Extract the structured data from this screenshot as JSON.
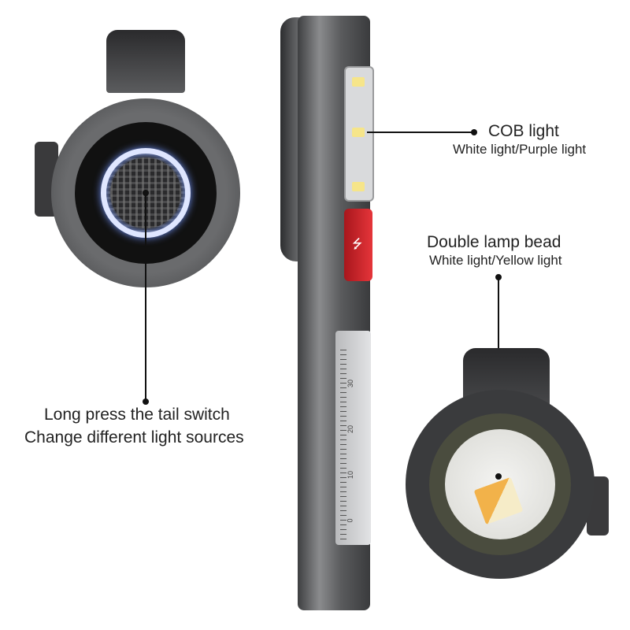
{
  "labels": {
    "cob_title": "COB light",
    "cob_sub": "White light/Purple light",
    "lamp_title": "Double lamp bead",
    "lamp_sub": "White light/Yellow light",
    "tail_line1": "Long press the tail switch",
    "tail_line2": "Change different light sources"
  },
  "ruler": {
    "ticks": [
      "0",
      "10",
      "20",
      "30"
    ]
  },
  "colors": {
    "body": "#5a5b5d",
    "button": "#d8232a",
    "blue_ring": "#6f8ff0",
    "warm_led": "#f2b24a"
  }
}
